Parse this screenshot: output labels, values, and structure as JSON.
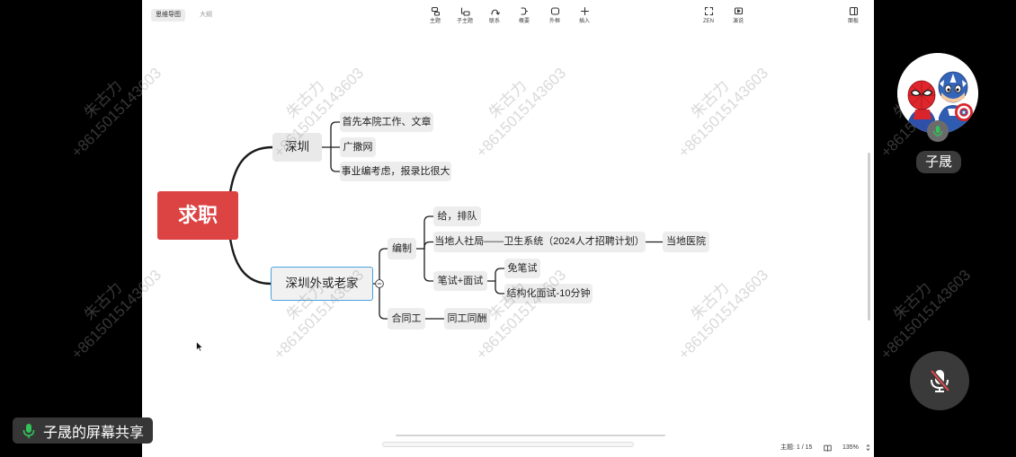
{
  "window": {
    "tabs": [
      {
        "label": "思维导图",
        "active": true
      },
      {
        "label": "大纲",
        "active": false
      }
    ],
    "toolbar": {
      "insert_tools": [
        {
          "label": "主题",
          "icon": "topic-icon"
        },
        {
          "label": "子主题",
          "icon": "subtopic-icon"
        },
        {
          "label": "联系",
          "icon": "relationship-icon"
        },
        {
          "label": "概要",
          "icon": "summary-icon"
        },
        {
          "label": "外框",
          "icon": "boundary-icon"
        },
        {
          "label": "插入",
          "icon": "insert-icon"
        }
      ],
      "view_tools": [
        {
          "label": "ZEN",
          "icon": "zen-mode-icon"
        },
        {
          "label": "演说",
          "icon": "pitch-icon"
        }
      ],
      "panel": {
        "label": "面板",
        "icon": "panel-icon"
      }
    },
    "status_bar": {
      "topic_count": "主题: 1 / 15",
      "outline_icon": "book-icon",
      "zoom": "135%",
      "zoom_icon": "up-down-arrows-icon"
    }
  },
  "mindmap": {
    "root": {
      "label": "求职"
    },
    "branches": [
      {
        "label": "深圳",
        "children": [
          {
            "label": "首先本院工作、文章"
          },
          {
            "label": "广撒网"
          },
          {
            "label": "事业编考虑，报录比很大"
          }
        ]
      },
      {
        "label": "深圳外或老家",
        "selected": true,
        "expanded": true,
        "children": [
          {
            "label": "编制",
            "children": [
              {
                "label": "给，排队"
              },
              {
                "label": "当地人社局——卫生系统（2024人才招聘计划）",
                "children": [
                  {
                    "label": "当地医院"
                  }
                ]
              },
              {
                "label": "笔试+面试",
                "children": [
                  {
                    "label": "免笔试"
                  },
                  {
                    "label": "结构化面试-10分钟"
                  }
                ]
              }
            ]
          },
          {
            "label": "合同工",
            "children": [
              {
                "label": "同工同酬"
              }
            ]
          }
        ]
      }
    ]
  },
  "watermark": {
    "name": "朱古力",
    "phone": "+8615015143603"
  },
  "call": {
    "participant": {
      "name": "子晟",
      "avatar_icon": "cartoon-avatar-icon",
      "mic_icon": "mic-active-icon"
    },
    "local_mic": {
      "icon": "mic-muted-icon"
    },
    "screen_share": {
      "label": "子晟的屏幕共享",
      "icon": "mic-active-icon"
    }
  },
  "colors": {
    "root_topic": "#dc4343",
    "selection_outline": "#4aa3df",
    "topic_fill": "#ededed",
    "mic_active": "#31c25a",
    "mic_muted_slash": "#e5484d"
  }
}
